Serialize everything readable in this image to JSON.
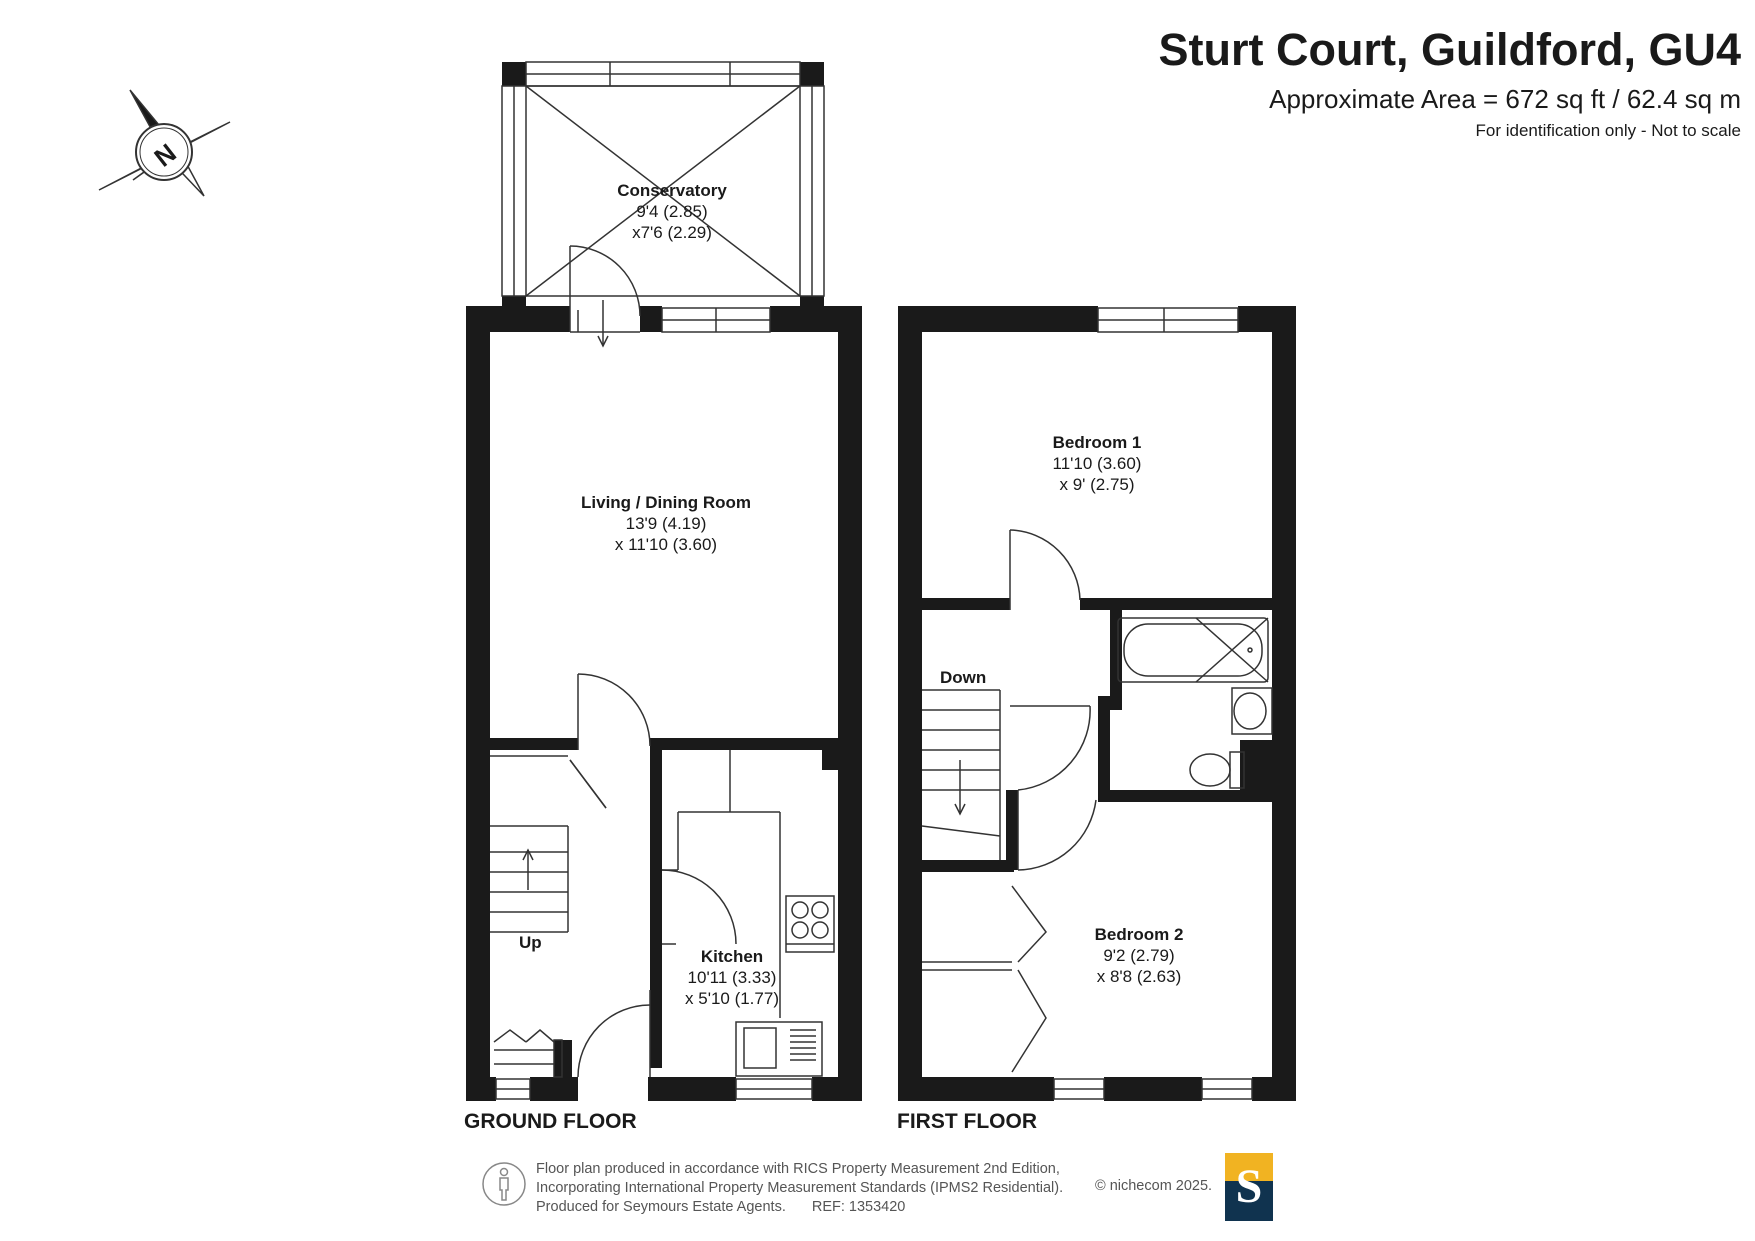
{
  "header": {
    "title": "Sturt Court, Guildford, GU4",
    "area": "Approximate Area = 672 sq ft / 62.4 sq m",
    "note": "For identification only - Not to scale"
  },
  "compass": {
    "label": "N"
  },
  "floors": {
    "ground": {
      "label": "GROUND FLOOR",
      "stairs": "Up"
    },
    "first": {
      "label": "FIRST FLOOR",
      "stairs": "Down"
    }
  },
  "rooms": {
    "conservatory": {
      "name": "Conservatory",
      "dim1": "9'4 (2.85)",
      "dim2": "x7'6 (2.29)"
    },
    "living": {
      "name": "Living / Dining Room",
      "dim1": "13'9 (4.19)",
      "dim2": "x 11'10 (3.60)"
    },
    "kitchen": {
      "name": "Kitchen",
      "dim1": "10'11 (3.33)",
      "dim2": "x 5'10 (1.77)"
    },
    "bedroom1": {
      "name": "Bedroom 1",
      "dim1": "11'10 (3.60)",
      "dim2": "x 9' (2.75)"
    },
    "bedroom2": {
      "name": "Bedroom 2",
      "dim1": "9'2 (2.79)",
      "dim2": "x 8'8 (2.63)"
    }
  },
  "footer": {
    "line1": "Floor plan produced in accordance with RICS Property Measurement 2nd Edition,",
    "line2": "Incorporating International Property Measurement Standards (IPMS2 Residential).",
    "line3": "Produced for Seymours Estate Agents.",
    "ref": "REF: 1353420",
    "copyright": "© nichecom 2025.",
    "logo_letter": "S"
  },
  "colors": {
    "wall": "#1a1a1a",
    "logo_gold": "#f1b322",
    "logo_navy": "#10334f"
  }
}
